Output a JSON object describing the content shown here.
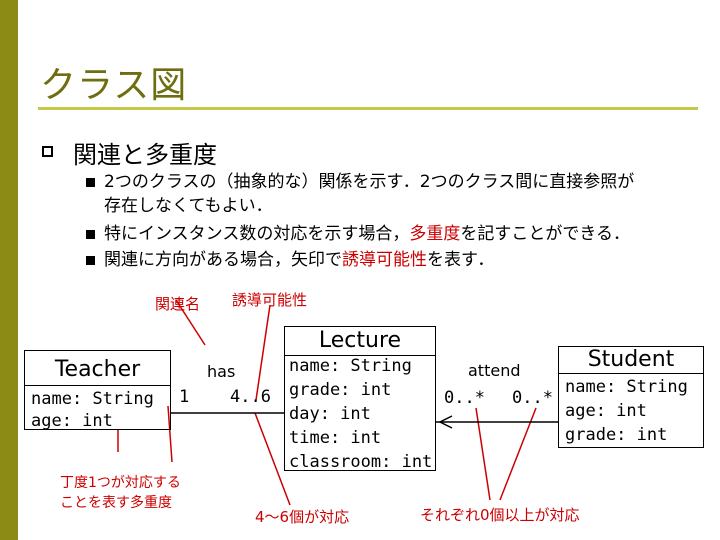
{
  "slide": {
    "title": "クラス図",
    "heading": "関連と多重度",
    "bullets": [
      {
        "line1": "2つのクラスの（抽象的な）関係を示す．2つのクラス間に直接参照が",
        "line2": "存在しなくてもよい．"
      },
      {
        "pre": "特にインスタンス数の対応を示す場合，",
        "red": "多重度",
        "post": "を記すことができる．"
      },
      {
        "pre": "関連に方向がある場合，矢印で",
        "red": "誘導可能性",
        "post": "を表す．"
      }
    ]
  },
  "diagram": {
    "label_assoc_name": "関連名",
    "label_navigability": "誘導可能性",
    "teacher": {
      "name": "Teacher",
      "attrs": [
        "name: String",
        "age: int"
      ]
    },
    "lecture": {
      "name": "Lecture",
      "attrs": [
        "name: String",
        "grade: int",
        "day: int",
        "time: int",
        "classroom: int"
      ]
    },
    "student": {
      "name": "Student",
      "attrs": [
        "name: String",
        "age: int",
        "grade: int"
      ]
    },
    "assoc_has": {
      "name": "has",
      "mult_left": "1",
      "mult_right": "4..6"
    },
    "assoc_attend": {
      "name": "attend",
      "mult_left": "0..*",
      "mult_right": "0..*"
    },
    "note_one": {
      "line1": "丁度1つが対応する",
      "line2": "ことを表す多重度"
    },
    "note_range": "4～6個が対応",
    "note_many": "それぞれ0個以上が対応"
  },
  "colors": {
    "sidebar": "#8b8b16",
    "title": "#6e6e10",
    "rule": "#c7c74a",
    "accent": "#cc0000"
  }
}
